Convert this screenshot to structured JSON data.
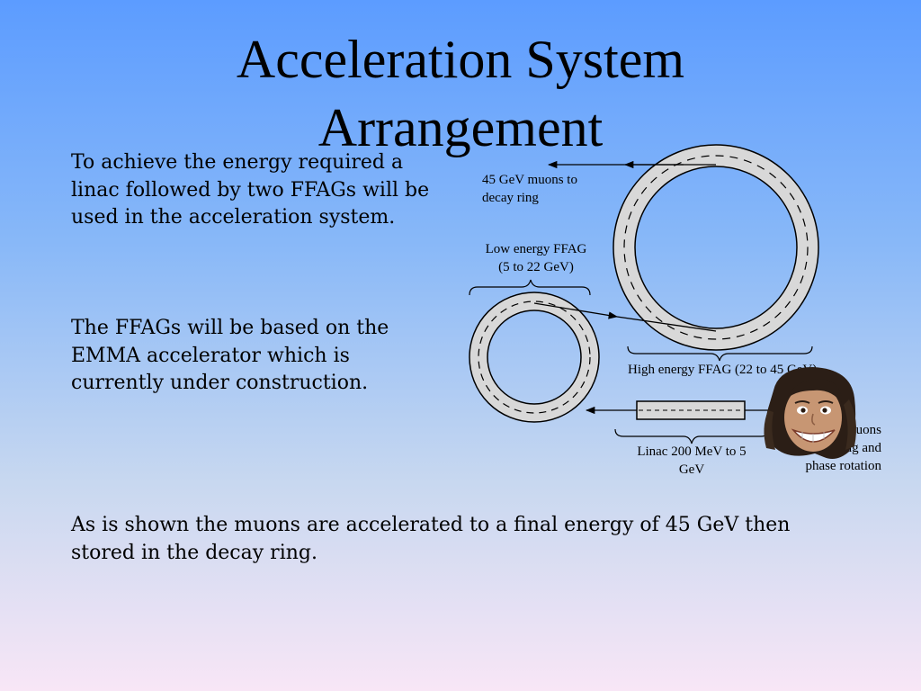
{
  "slide": {
    "title_line1": "Acceleration System",
    "title_line2": "Arrangement",
    "paragraph1": "To achieve the energy required a linac followed by two FFAGs will be used in the acceleration system.",
    "paragraph2": "The FFAGs will be based on the EMMA accelerator which is currently under construction.",
    "paragraph3": "As is shown the muons are accelerated to a final energy of 45 GeV then stored in the decay ring."
  },
  "diagram": {
    "decay_label_line1": "45 GeV muons to",
    "decay_label_line2": "decay ring",
    "low_ffag_line1": "Low energy FFAG",
    "low_ffag_line2": "(5 to 22 GeV)",
    "high_ffag": "High energy FFAG (22 to 45 GeV)",
    "linac_line1": "Linac 200 MeV to 5",
    "linac_line2": "GeV",
    "source_line1": "Muons",
    "source_line2": "from cooling and",
    "source_line3": "phase rotation"
  },
  "colors": {
    "ring_fill": "#d8d8d8",
    "stroke": "#000000",
    "background_top": "#5c9cff",
    "background_bottom": "#f8e6f6"
  }
}
